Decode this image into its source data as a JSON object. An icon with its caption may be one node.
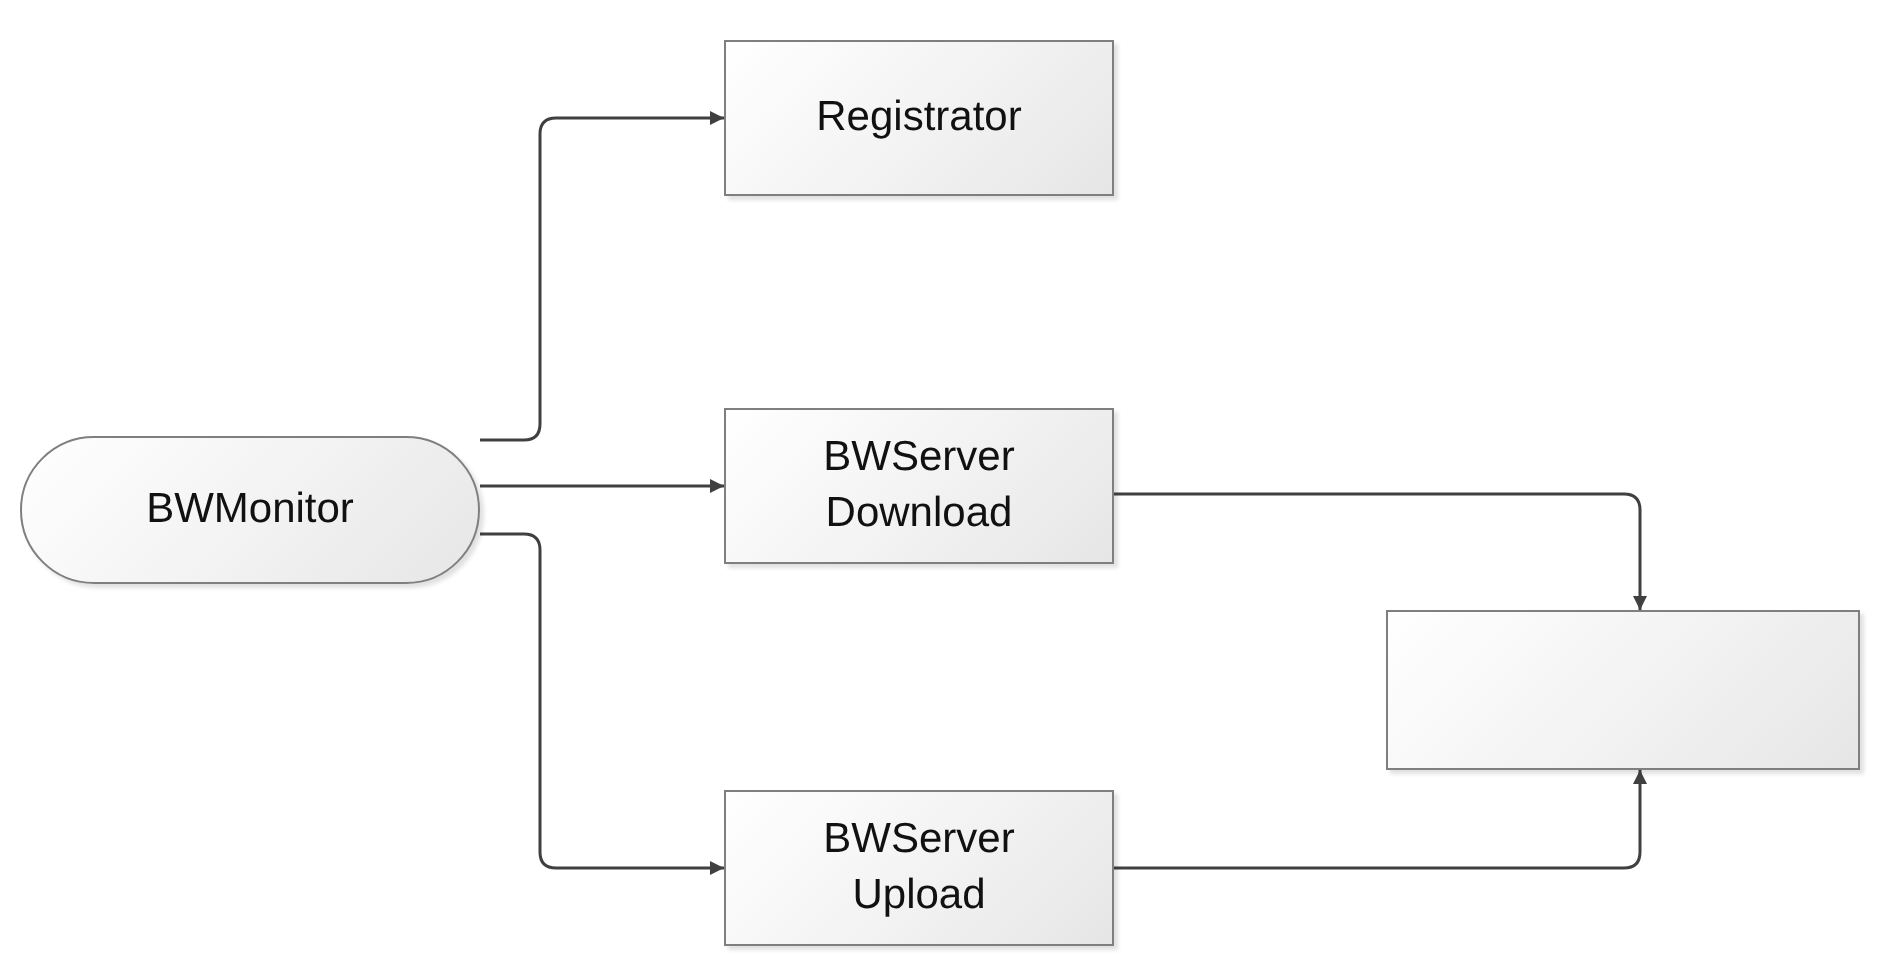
{
  "diagram": {
    "nodes": [
      {
        "text": [
          "BWMonitor"
        ]
      },
      {
        "text": [
          "Registrator"
        ]
      },
      {
        "text": [
          "BWServer Download"
        ]
      },
      {
        "text": [
          "BWServer Upload"
        ]
      },
      {
        "text": [],
        "shape": "box"
      }
    ],
    "edges": [
      {
        "from": 0,
        "to": 1,
        "arrow": "to"
      },
      {
        "from": 0,
        "to": 2,
        "arrow": "to"
      },
      {
        "from": 0,
        "to": 3,
        "arrow": "to"
      },
      {
        "from": 2,
        "to": 4,
        "arrow": "to"
      },
      {
        "from": 3,
        "to": 4,
        "arrow": "to"
      }
    ]
  }
}
